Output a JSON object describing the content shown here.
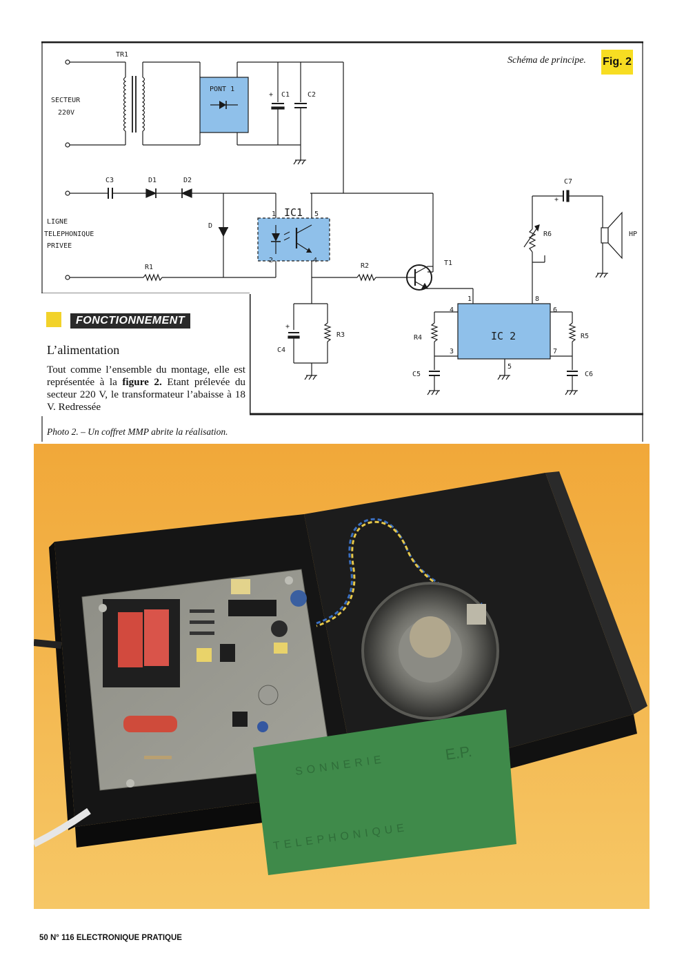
{
  "schematic": {
    "caption": "Schéma de principe.",
    "fig_tag": "Fig. 2",
    "labels": {
      "tr1": "TR1",
      "secteur": "SECTEUR",
      "volt": "220V",
      "pont": "PONT 1",
      "c1": "C1",
      "c2": "C2",
      "c3": "C3",
      "d1": "D1",
      "d2": "D2",
      "ligne1": "LIGNE",
      "ligne2": "TELEPHONIQUE",
      "ligne3": "PRIVEE",
      "d": "D",
      "ic1": "IC1",
      "r1": "R1",
      "r2": "R2",
      "t1": "T1",
      "c7": "C7",
      "r6": "R6",
      "hp": "HP",
      "r3": "R3",
      "c4": "C4",
      "r4": "R4",
      "ic2": "IC 2",
      "r5": "R5",
      "c5": "C5",
      "c6": "C6",
      "pin1": "1",
      "pin2": "2",
      "pin4": "4",
      "pin5": "5",
      "ic2pin1": "1",
      "ic2pin3": "3",
      "ic2pin4": "4",
      "ic2pin5": "5",
      "ic2pin6": "6",
      "ic2pin7": "7",
      "ic2pin8": "8",
      "plus": "+"
    }
  },
  "article": {
    "section_heading": "FONCTIONNEMENT",
    "subheading": "L’alimentation",
    "body_before": "Tout comme l’ensemble du montage, elle est représentée à la ",
    "body_bold": "figure 2.",
    "body_after": " Etant prélevée du secteur 220 V, le transformateur l’abaisse à 18 V. Redressée"
  },
  "photo": {
    "caption": "Photo 2. – Un coffret MMP abrite la réalisation.",
    "label_line1": "SONNERIE",
    "label_line2": "TELEPHONIQUE",
    "label_ep": "E.P."
  },
  "footer": {
    "text": "50 N° 116 ELECTRONIQUE PRATIQUE"
  },
  "colors": {
    "component_fill": "#8fc0ea",
    "tag_yellow": "#f7dd22",
    "photo_background": "#f1b43c",
    "label_card": "#3f8a4a"
  }
}
